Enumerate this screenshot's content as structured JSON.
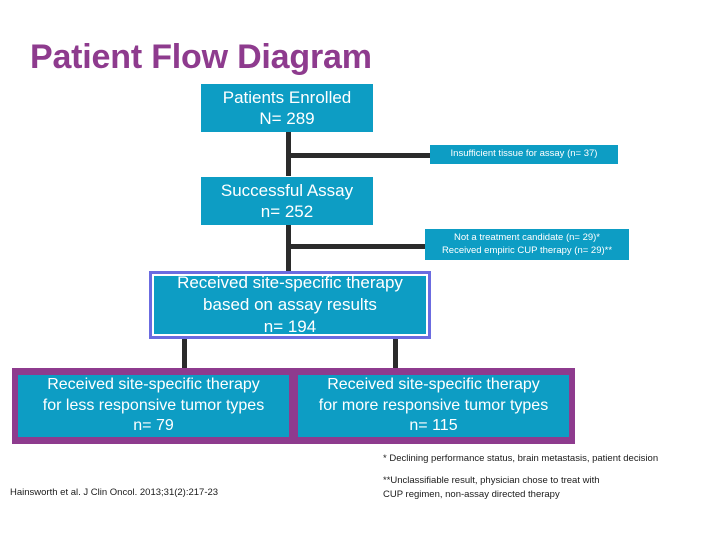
{
  "slide": {
    "title": "Patient Flow Diagram"
  },
  "colors": {
    "teal": "#0d9dc4",
    "title_purple": "#8e3b8e",
    "violet_border": "#6b6be0",
    "connector": "#2b2b2b",
    "box_text": "#ffffff"
  },
  "flow": {
    "enrolled": {
      "line1": "Patients Enrolled",
      "line2": "N= 289"
    },
    "successful_assay": {
      "line1": "Successful Assay",
      "line2": "n= 252"
    },
    "site_specific": {
      "line1": "Received site-specific therapy",
      "line2": "based on assay results",
      "line3": "n= 194"
    },
    "less_responsive": {
      "line1": "Received site-specific therapy",
      "line2": "for less responsive tumor types",
      "line3": "n= 79"
    },
    "more_responsive": {
      "line1": "Received site-specific therapy",
      "line2": "for more responsive tumor types",
      "line3": "n= 115"
    }
  },
  "exclusions": {
    "insufficient_tissue": {
      "line1": "Insufficient tissue for assay  (n= 37)"
    },
    "not_candidate": {
      "line1": "Not a treatment candidate (n= 29)*",
      "line2": "Received empiric CUP therapy (n= 29)**"
    }
  },
  "footnotes": {
    "single_star": "* Declining performance status, brain metastasis, patient decision",
    "double_star_line1": "**Unclassifiable result, physician chose to treat with",
    "double_star_line2": "CUP regimen, non-assay directed therapy"
  },
  "citation": "Hainsworth et al. J Clin Oncol. 2013;31(2):217-23"
}
